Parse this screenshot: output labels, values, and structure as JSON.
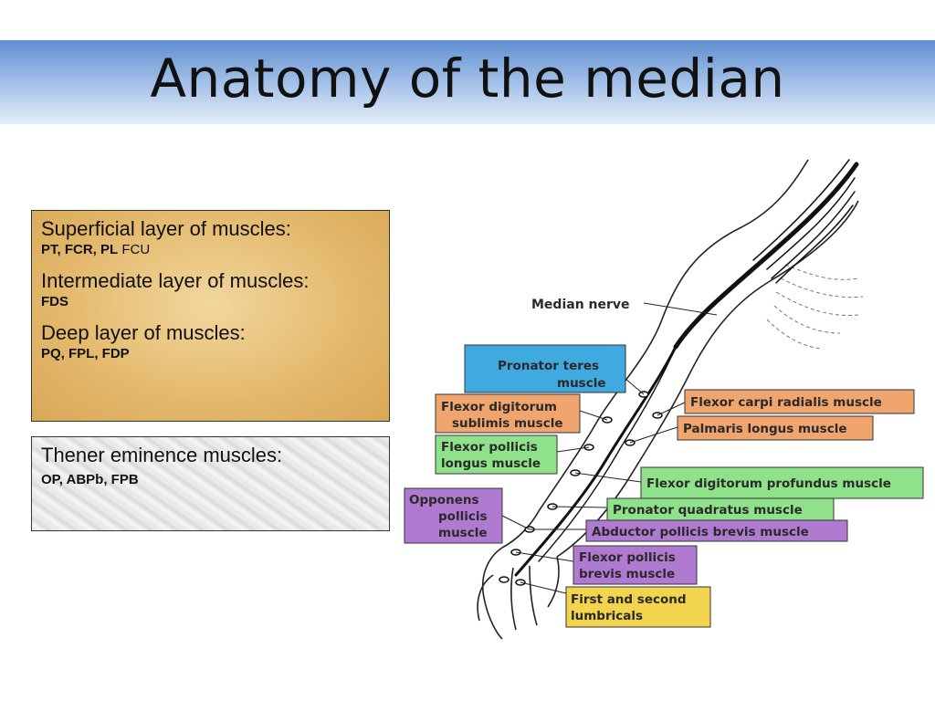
{
  "title": "Anatomy of the median",
  "muscle_box": {
    "superficial_heading": "Superficial layer of muscles:",
    "superficial_bold": "PT, FCR, PL",
    "superficial_normal": " FCU",
    "intermediate_heading": "Intermediate layer of muscles:",
    "intermediate_value": "FDS",
    "deep_heading": "Deep layer of muscles:",
    "deep_value": "PQ, FPL, FDP"
  },
  "thenar_box": {
    "heading": "Thener eminence muscles:",
    "value": "OP, ABPb, FPB"
  },
  "diagram": {
    "nerve_label": "Median nerve",
    "labels": {
      "pronator_teres": [
        "Pronator teres",
        "muscle"
      ],
      "flexor_digitorum_sublimis": [
        "Flexor digitorum",
        "sublimis muscle"
      ],
      "flexor_pollicis_longus": [
        "Flexor pollicis",
        "longus muscle"
      ],
      "opponens_pollicis": [
        "Opponens",
        "pollicis",
        "muscle"
      ],
      "flexor_carpi_radialis": "Flexor carpi radialis muscle",
      "palmaris_longus": "Palmaris longus muscle",
      "flexor_digitorum_profundus": "Flexor digitorum profundus muscle",
      "pronator_quadratus": "Pronator quadratus muscle",
      "abductor_pollicis_brevis": "Abductor pollicis brevis muscle",
      "flexor_pollicis_brevis": [
        "Flexor pollicis",
        "brevis muscle"
      ],
      "lumbricals": [
        "First and second",
        "lumbricals"
      ]
    },
    "colors": {
      "blue": "#3fa9e0",
      "orange": "#f0a56e",
      "green": "#8fe28a",
      "purple": "#b07ad0",
      "yellow": "#f2d44e"
    }
  }
}
